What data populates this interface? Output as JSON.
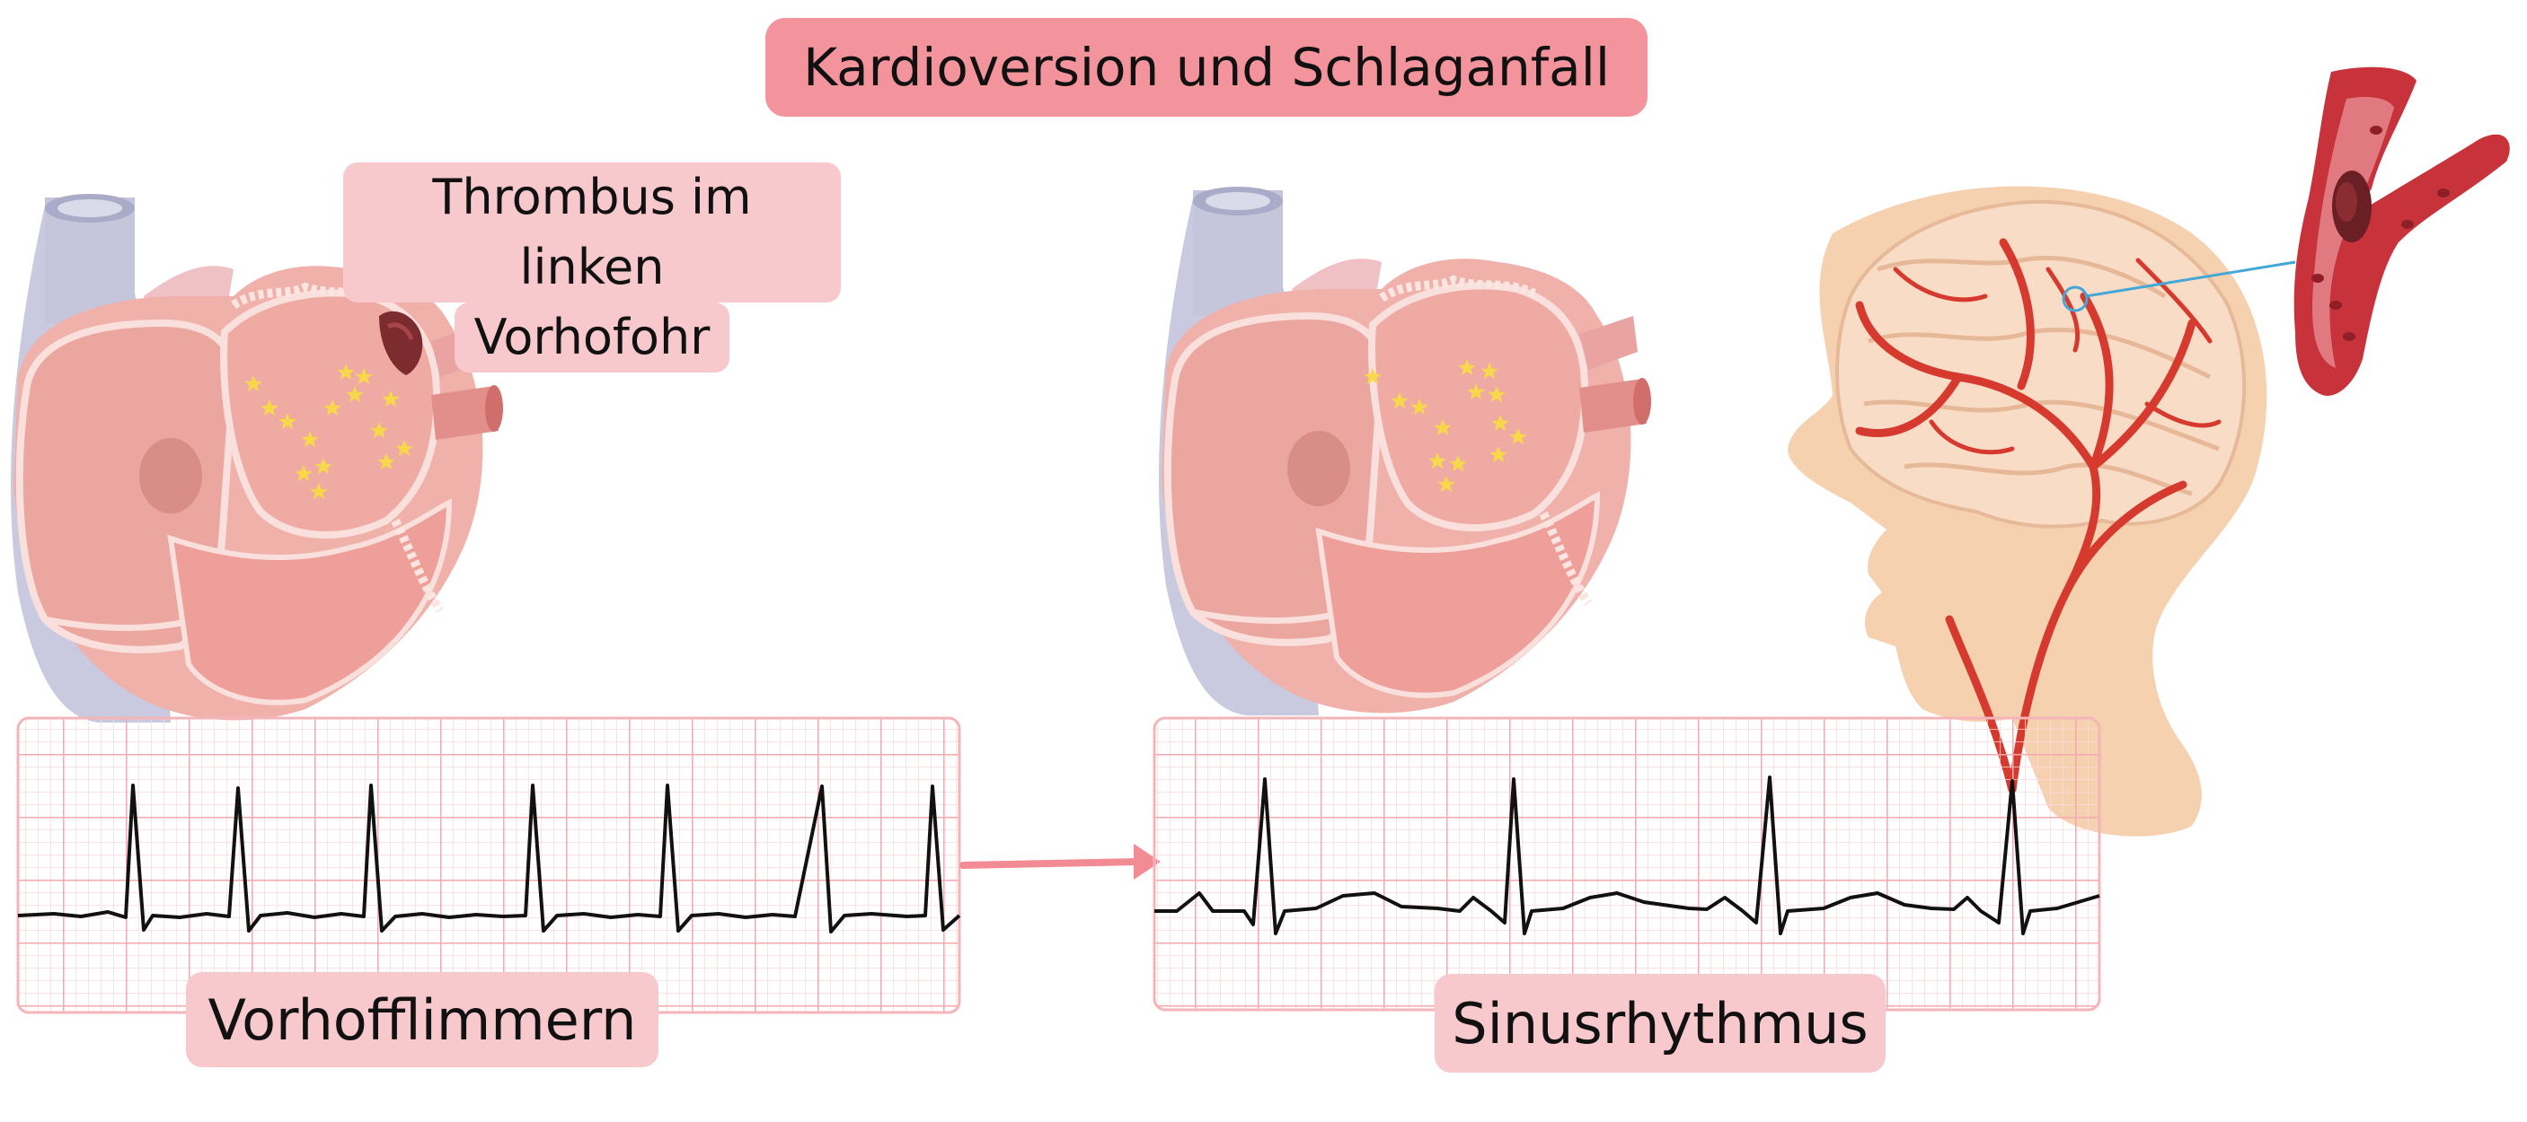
{
  "title": "Kardioversion und Schlaganfall",
  "thrombus_label": [
    "Thrombus im linken",
    "Vorhofohr"
  ],
  "left_ecg_label": "Vorhofflimmern",
  "right_ecg_label": "Sinusrhythmus",
  "colors": {
    "title_bg": "#f3949c",
    "label_bg": "#f8c9cc",
    "ecg_grid_major": "#f3a9ae",
    "ecg_grid_minor": "#fbd9db",
    "arrow": "#f28b93",
    "heart_tissue": "#f3b2ab",
    "artery": "#d63a2e",
    "skin": "#f5d1b0",
    "fibrillation_marker": "#f6d84a"
  },
  "icons": [
    "heart-illustration",
    "head-with-brain-illustration",
    "artery-clot-illustration",
    "star-icon"
  ]
}
